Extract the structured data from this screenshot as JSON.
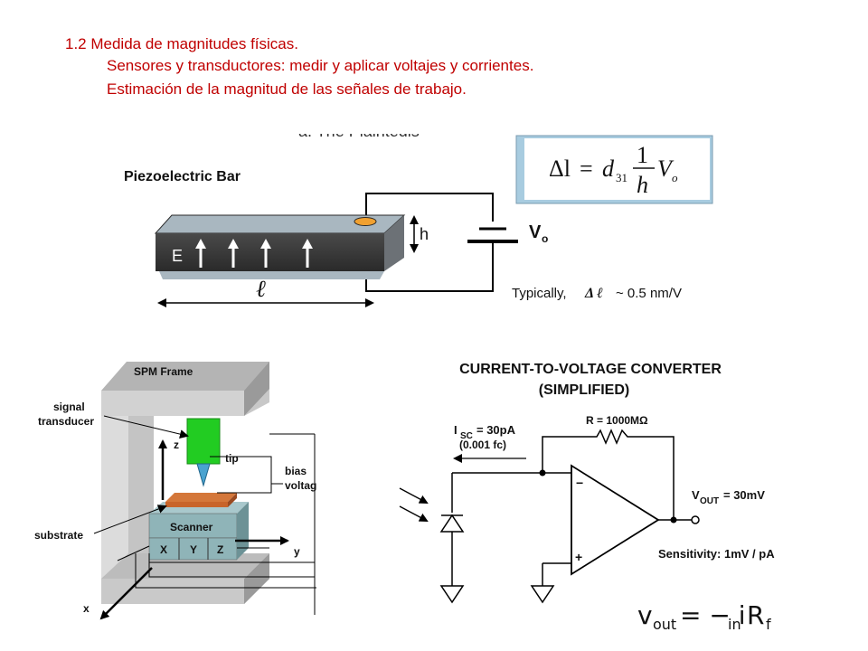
{
  "header": {
    "line1": "1.2 Medida de magnitudes físicas.",
    "line2": "Sensores y transductores: medir y aplicar voltajes y corrientes.",
    "line3": "Estimación de la magnitud de las señales de trabajo."
  },
  "piezo": {
    "top_clipped_title": "a. The Plaintedis",
    "bar_title": "Piezoelectric Bar",
    "field_label": "E",
    "height_label": "h",
    "length_label": "ℓ",
    "voltage_label": "V",
    "voltage_subscript": "o",
    "typical_prefix": "Typically,",
    "typical_symbol": "Δ ℓ",
    "typical_value": "~ 0.5 nm/V",
    "formula": {
      "lhs": "Δl",
      "eq": "=",
      "coef": "d",
      "coef_sub": "31",
      "frac_num": "1",
      "frac_den": "h",
      "var": "V",
      "var_sub": "o"
    }
  },
  "spm": {
    "frame_label": "SPM Frame",
    "signal_label_1": "signal",
    "signal_label_2": "transducer",
    "z_label": "z",
    "tip_label": "tip",
    "bias_label_1": "bias",
    "bias_label_2": "voltage",
    "substrate_label": "substrate",
    "scanner_label": "Scanner",
    "axes_labels": [
      "X",
      "Y",
      "Z"
    ],
    "y_label": "y",
    "x_label": "x"
  },
  "converter": {
    "title_1": "CURRENT-TO-VOLTAGE CONVERTER",
    "title_2": "(SIMPLIFIED)",
    "resistor_label": "R = 1000MΩ",
    "current_label": "I",
    "current_sub": "SC",
    "current_value": "= 30pA",
    "current_note": "(0.001 fc)",
    "minus_label": "−",
    "plus_label": "+",
    "vout_label": "V",
    "vout_sub": "OUT",
    "vout_value": "= 30mV",
    "sensitivity": "Sensitivity: 1mV / pA",
    "eq_v": "v",
    "eq_v_sub": "out",
    "eq_rest": "= − i",
    "eq_i_sub": "in",
    "eq_r": "R",
    "eq_r_sub": "f"
  },
  "colors": {
    "heading": "#c00000",
    "formula_box": "#a8cce0",
    "bar_top": "#a9b7c0",
    "bar_body": "#3c3c3c",
    "electrode": "#f0a030",
    "frame_grey": "#b4b4b4",
    "scanner": "#8fb4b8",
    "sample": "#c8642a",
    "tip_green": "#22cc22",
    "tip_blue": "#4aa3d0"
  }
}
